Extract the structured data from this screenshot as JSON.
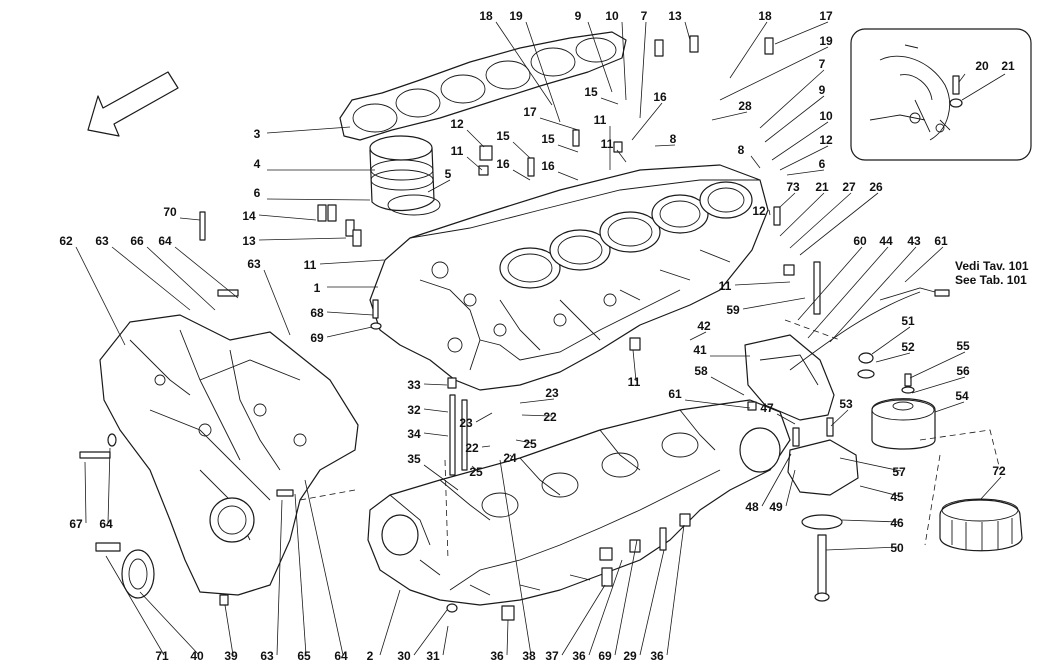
{
  "diagram": {
    "reference_lines": [
      "Vedi Tav. 101",
      "See Tab. 101"
    ],
    "callouts": [
      {
        "id": "c18a",
        "text": "18"
      },
      {
        "id": "c19a",
        "text": "19"
      },
      {
        "id": "c9a",
        "text": "9"
      },
      {
        "id": "c10a",
        "text": "10"
      },
      {
        "id": "c7a",
        "text": "7"
      },
      {
        "id": "c13a",
        "text": "13"
      },
      {
        "id": "c18b",
        "text": "18"
      },
      {
        "id": "c17a",
        "text": "17"
      },
      {
        "id": "c19b",
        "text": "19"
      },
      {
        "id": "c7b",
        "text": "7"
      },
      {
        "id": "c28",
        "text": "28"
      },
      {
        "id": "c9b",
        "text": "9"
      },
      {
        "id": "c10b",
        "text": "10"
      },
      {
        "id": "c12a",
        "text": "12"
      },
      {
        "id": "c6a",
        "text": "6"
      },
      {
        "id": "c20",
        "text": "20"
      },
      {
        "id": "c21a",
        "text": "21"
      },
      {
        "id": "c3",
        "text": "3"
      },
      {
        "id": "c4",
        "text": "4"
      },
      {
        "id": "c5",
        "text": "5"
      },
      {
        "id": "c6b",
        "text": "6"
      },
      {
        "id": "c12b",
        "text": "12"
      },
      {
        "id": "c11a",
        "text": "11"
      },
      {
        "id": "c15a",
        "text": "15"
      },
      {
        "id": "c16a",
        "text": "16"
      },
      {
        "id": "c17b",
        "text": "17"
      },
      {
        "id": "c15b",
        "text": "15"
      },
      {
        "id": "c16b",
        "text": "16"
      },
      {
        "id": "c11b",
        "text": "11"
      },
      {
        "id": "c15c",
        "text": "15"
      },
      {
        "id": "c16c",
        "text": "16"
      },
      {
        "id": "c8a",
        "text": "8"
      },
      {
        "id": "c8b",
        "text": "8"
      },
      {
        "id": "c11c",
        "text": "11"
      },
      {
        "id": "c12c",
        "text": "12"
      },
      {
        "id": "c73",
        "text": "73"
      },
      {
        "id": "c21b",
        "text": "21"
      },
      {
        "id": "c27",
        "text": "27"
      },
      {
        "id": "c26",
        "text": "26"
      },
      {
        "id": "c70",
        "text": "70"
      },
      {
        "id": "c14",
        "text": "14"
      },
      {
        "id": "c13b",
        "text": "13"
      },
      {
        "id": "c11d",
        "text": "11"
      },
      {
        "id": "c62",
        "text": "62"
      },
      {
        "id": "c63a",
        "text": "63"
      },
      {
        "id": "c66",
        "text": "66"
      },
      {
        "id": "c64a",
        "text": "64"
      },
      {
        "id": "c63b",
        "text": "63"
      },
      {
        "id": "c1",
        "text": "1"
      },
      {
        "id": "c68",
        "text": "68"
      },
      {
        "id": "c69a",
        "text": "69"
      },
      {
        "id": "c60",
        "text": "60"
      },
      {
        "id": "c44",
        "text": "44"
      },
      {
        "id": "c43",
        "text": "43"
      },
      {
        "id": "c61a",
        "text": "61"
      },
      {
        "id": "c11e",
        "text": "11"
      },
      {
        "id": "c59",
        "text": "59"
      },
      {
        "id": "c42",
        "text": "42"
      },
      {
        "id": "c51",
        "text": "51"
      },
      {
        "id": "c41",
        "text": "41"
      },
      {
        "id": "c52",
        "text": "52"
      },
      {
        "id": "c11f",
        "text": "11"
      },
      {
        "id": "c55",
        "text": "55"
      },
      {
        "id": "c58",
        "text": "58"
      },
      {
        "id": "c56",
        "text": "56"
      },
      {
        "id": "c33",
        "text": "33"
      },
      {
        "id": "c23a",
        "text": "23"
      },
      {
        "id": "c61b",
        "text": "61"
      },
      {
        "id": "c47",
        "text": "47"
      },
      {
        "id": "c54",
        "text": "54"
      },
      {
        "id": "c53",
        "text": "53"
      },
      {
        "id": "c32",
        "text": "32"
      },
      {
        "id": "c22a",
        "text": "22"
      },
      {
        "id": "c23b",
        "text": "23"
      },
      {
        "id": "c34",
        "text": "34"
      },
      {
        "id": "c22b",
        "text": "22"
      },
      {
        "id": "c25a",
        "text": "25"
      },
      {
        "id": "c24",
        "text": "24"
      },
      {
        "id": "c35",
        "text": "35"
      },
      {
        "id": "c25b",
        "text": "25"
      },
      {
        "id": "c57",
        "text": "57"
      },
      {
        "id": "c67",
        "text": "67"
      },
      {
        "id": "c64b",
        "text": "64"
      },
      {
        "id": "c48",
        "text": "48"
      },
      {
        "id": "c49",
        "text": "49"
      },
      {
        "id": "c45",
        "text": "45"
      },
      {
        "id": "c72",
        "text": "72"
      },
      {
        "id": "c46",
        "text": "46"
      },
      {
        "id": "c50",
        "text": "50"
      },
      {
        "id": "c71",
        "text": "71"
      },
      {
        "id": "c40",
        "text": "40"
      },
      {
        "id": "c39",
        "text": "39"
      },
      {
        "id": "c63c",
        "text": "63"
      },
      {
        "id": "c65",
        "text": "65"
      },
      {
        "id": "c64c",
        "text": "64"
      },
      {
        "id": "c2",
        "text": "2"
      },
      {
        "id": "c30",
        "text": "30"
      },
      {
        "id": "c31",
        "text": "31"
      },
      {
        "id": "c36a",
        "text": "36"
      },
      {
        "id": "c38",
        "text": "38"
      },
      {
        "id": "c37",
        "text": "37"
      },
      {
        "id": "c36b",
        "text": "36"
      },
      {
        "id": "c69b",
        "text": "69"
      },
      {
        "id": "c29",
        "text": "29"
      },
      {
        "id": "c36c",
        "text": "36"
      }
    ]
  }
}
